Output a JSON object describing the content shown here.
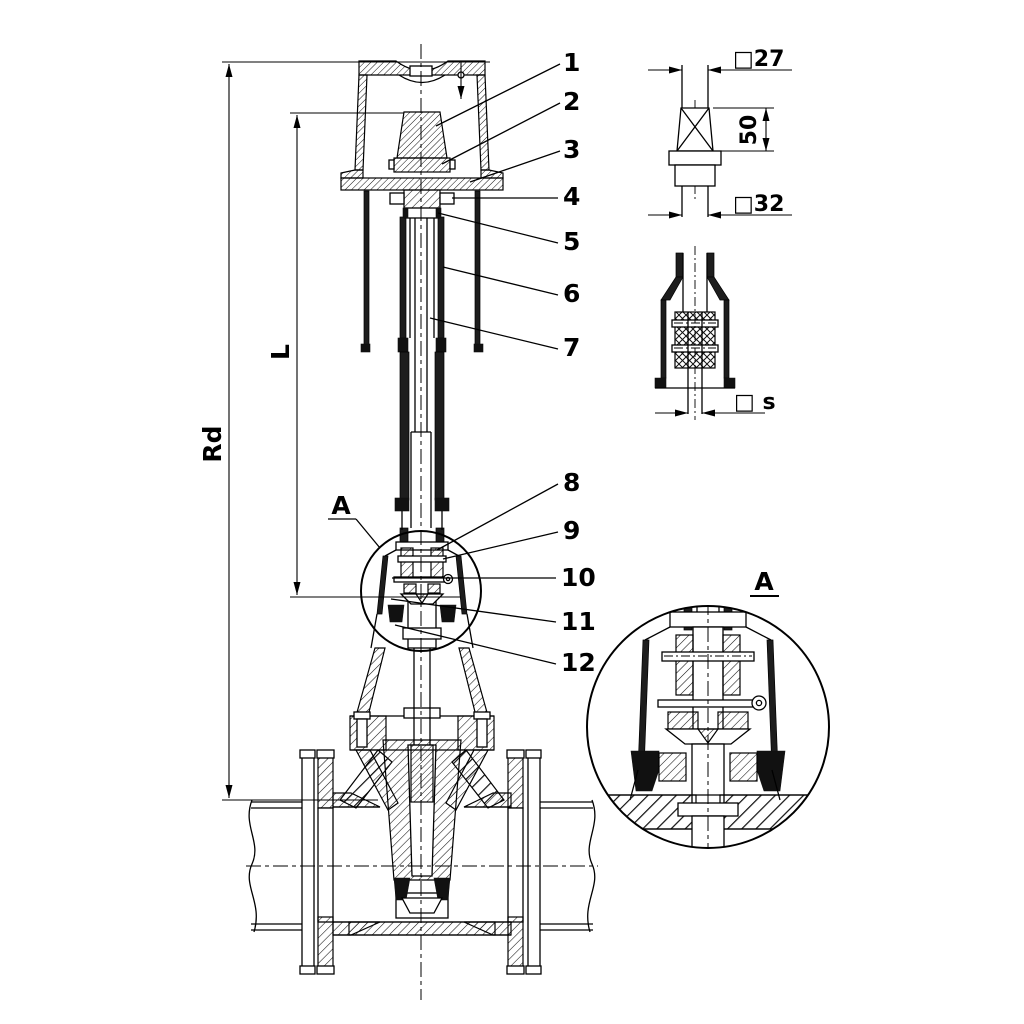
{
  "labels": {
    "dim_rd": "Rd",
    "dim_l": "L",
    "detail_ref": "A",
    "detail_view_title": "A"
  },
  "callouts": [
    {
      "label": "1"
    },
    {
      "label": "2"
    },
    {
      "label": "3"
    },
    {
      "label": "4"
    },
    {
      "label": "5"
    },
    {
      "label": "6"
    },
    {
      "label": "7"
    },
    {
      "label": "8"
    },
    {
      "label": "9"
    },
    {
      "label": "10"
    },
    {
      "label": "11"
    },
    {
      "label": "12"
    }
  ],
  "detail_dims": {
    "square_top": "□27",
    "height": "50",
    "square_bottom": "□32",
    "square_s": "□ s"
  },
  "colors": {
    "ink": "#000000",
    "paper": "#ffffff"
  }
}
